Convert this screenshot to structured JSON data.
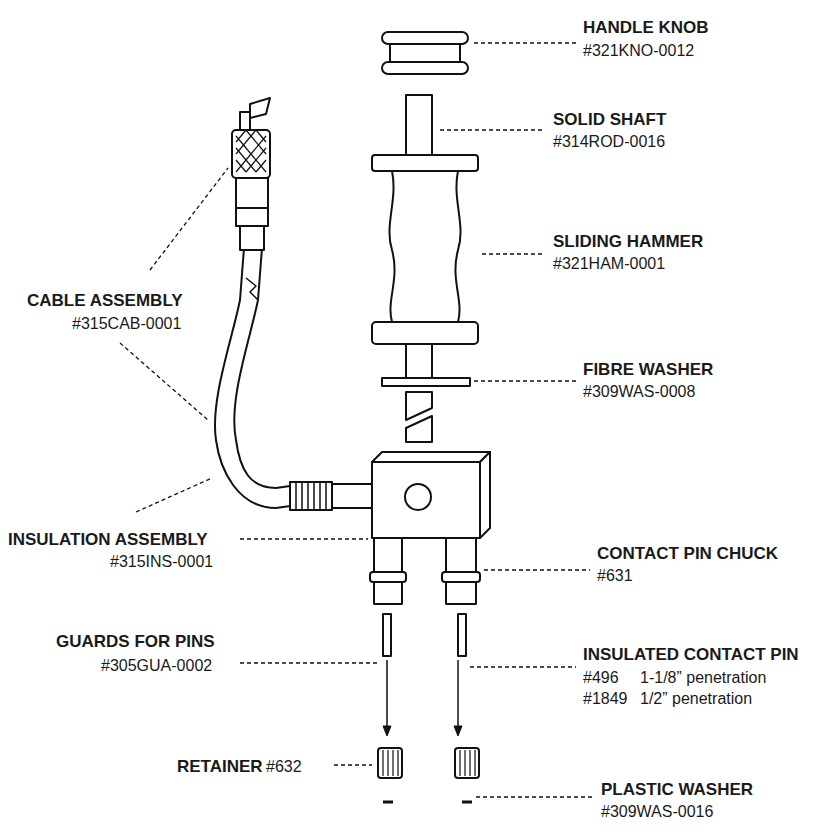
{
  "diagram": {
    "labels": [
      "HANDLE KNOB",
      "#321KNO-0012",
      "SOLID SHAFT",
      "#314ROD-0016",
      "SLIDING HAMMER",
      "#321HAM-0001",
      "CABLE ASSEMBLY",
      "#315CAB-0001",
      "FIBRE WASHER",
      "#309WAS-0008",
      "INSULATION ASSEMBLY",
      "#315INS-0001",
      "CONTACT PIN CHUCK",
      "#631",
      "GUARDS FOR PINS",
      "#305GUA-0002",
      "INSULATED CONTACT PIN",
      "#496",
      "1-1/8” penetration",
      "#1849",
      "1/2” penetration",
      "RETAINER",
      "#632",
      "PLASTIC WASHER",
      "#309WAS-0016"
    ]
  }
}
